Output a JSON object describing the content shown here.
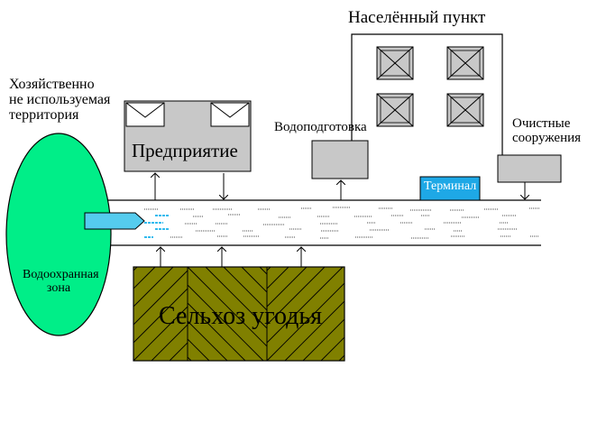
{
  "settlement": {
    "label": "Населённый пункт"
  },
  "unused_territory": {
    "lines": [
      "Хозяйственно",
      "не используемая",
      "территория"
    ]
  },
  "enterprise": {
    "label": "Предприятие"
  },
  "water_treatment": {
    "label": "Водоподготовка"
  },
  "treatment_facilities": {
    "lines": [
      "Очистные",
      "сооружения"
    ]
  },
  "terminal": {
    "label": "Терминал"
  },
  "protection_zone": {
    "lines": [
      "Водоохранная",
      "зона"
    ]
  },
  "agriculture": {
    "label": "Сельхоз угодья"
  },
  "colors": {
    "zone_fill": "#00ee88",
    "box_fill": "#c8c8c8",
    "agri_fill": "#808000",
    "terminal_fill": "#1ea8e6",
    "pipe_fill": "#55ccee",
    "dash_cyan": "#33bbee",
    "dash_dark": "#444444"
  }
}
